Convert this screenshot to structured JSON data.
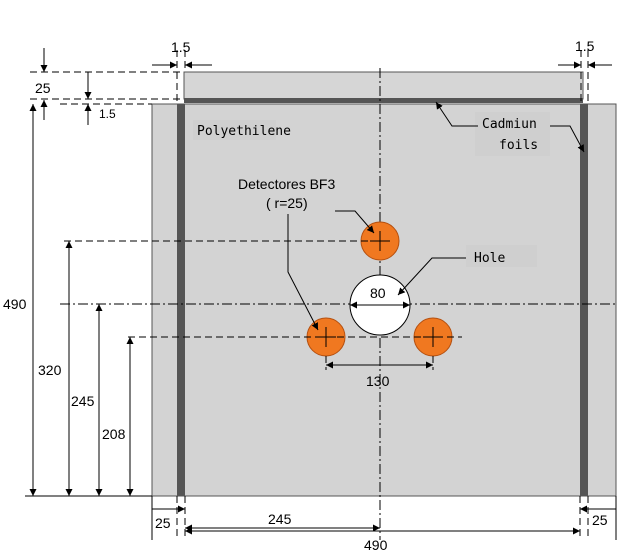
{
  "labels": {
    "polyethylene": "Polyethilene",
    "cadmium_line1": "Cadmiun",
    "cadmium_line2": "foils",
    "detectors_line1": "Detectores BF3",
    "detectors_line2": "( r=25)",
    "hole": "Hole"
  },
  "dimensions": {
    "top_left_cd": "1.5",
    "top_right_cd": "1.5",
    "top_cap": "25",
    "top_cd": "1.5",
    "left_height": "490",
    "detector_top_height": "320",
    "center_height": "245",
    "detector_bottom_height": "208",
    "hole_diameter": "80",
    "detector_spacing": "130",
    "bottom_left_wall": "25",
    "bottom_center": "245",
    "bottom_total": "490",
    "bottom_right_wall": "25"
  },
  "colors": {
    "body": "#d3d3d3",
    "cap": "#d6d6d6",
    "foil": "#555555",
    "detector": "#f07820",
    "label_bg": "#cfcfcf"
  }
}
